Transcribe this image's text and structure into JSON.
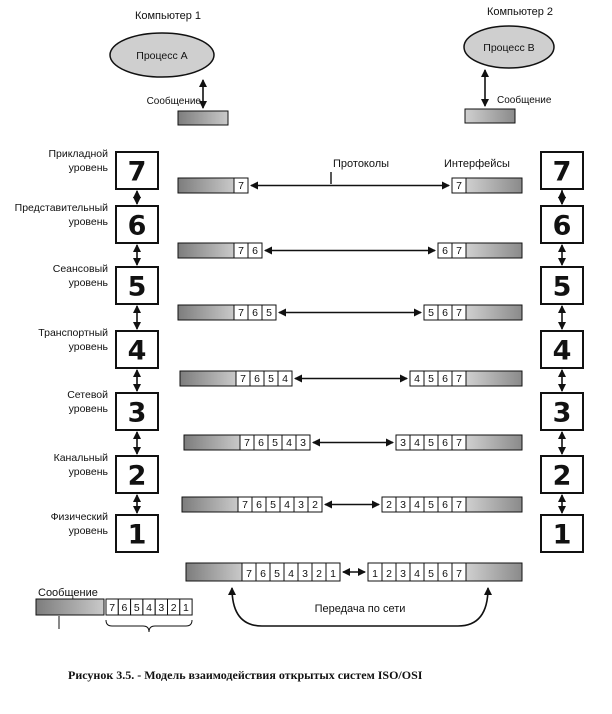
{
  "computer1": {
    "title": "Компьютер 1",
    "process": "Процесс А",
    "message": "Сообщение"
  },
  "computer2": {
    "title": "Компьютер 2",
    "process": "Процесс В",
    "message": "Сообщение"
  },
  "layers": [
    {
      "num": "7",
      "label1": "Прикладной",
      "label2": "уровень"
    },
    {
      "num": "6",
      "label1": "Представительный",
      "label2": "уровень"
    },
    {
      "num": "5",
      "label1": "Сеансовый",
      "label2": "уровень"
    },
    {
      "num": "4",
      "label1": "Транспортный",
      "label2": "уровень"
    },
    {
      "num": "3",
      "label1": "Сетевой",
      "label2": "уровень"
    },
    {
      "num": "2",
      "label1": "Канальный",
      "label2": "уровень"
    },
    {
      "num": "1",
      "label1": "Физический",
      "label2": "уровень"
    }
  ],
  "protocols_label": "Протоколы",
  "interfaces_label": "Интерфейсы",
  "network_label": "Передача по сети",
  "bottom_message_label": "Сообщение",
  "bottom_headers": [
    "7",
    "6",
    "5",
    "4",
    "3",
    "2",
    "1"
  ],
  "rows": [
    {
      "left": [
        "7"
      ],
      "right": [
        "7"
      ]
    },
    {
      "left": [
        "7",
        "6"
      ],
      "right": [
        "6",
        "7"
      ]
    },
    {
      "left": [
        "7",
        "6",
        "5"
      ],
      "right": [
        "5",
        "6",
        "7"
      ]
    },
    {
      "left": [
        "7",
        "6",
        "5",
        "4"
      ],
      "right": [
        "4",
        "5",
        "6",
        "7"
      ]
    },
    {
      "left": [
        "7",
        "6",
        "5",
        "4",
        "3"
      ],
      "right": [
        "3",
        "4",
        "5",
        "6",
        "7"
      ]
    },
    {
      "left": [
        "7",
        "6",
        "5",
        "4",
        "3",
        "2"
      ],
      "right": [
        "2",
        "3",
        "4",
        "5",
        "6",
        "7"
      ]
    },
    {
      "left": [
        "7",
        "6",
        "5",
        "4",
        "3",
        "2",
        "1"
      ],
      "right": [
        "1",
        "2",
        "3",
        "4",
        "5",
        "6",
        "7"
      ]
    }
  ],
  "caption": "Рисунок 3.5. - Модель взаимодействия открытых систем ISO/OSI",
  "colors": {
    "shade": "#9a9a9a",
    "light": "#d6d6d6",
    "ink": "#111111"
  }
}
